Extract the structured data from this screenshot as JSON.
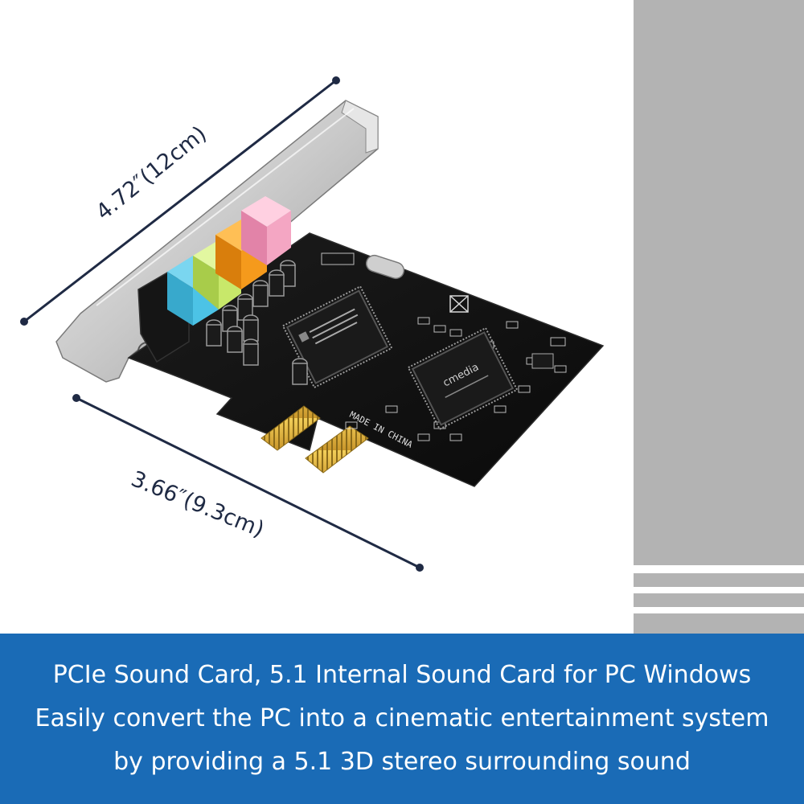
{
  "dimensions": {
    "width_label": "4.72″(12cm)",
    "length_label": "3.66″(9.3cm)"
  },
  "board": {
    "silkscreen_origin": "MADE IN CHINA",
    "chip_brand": "cmedia"
  },
  "caption": {
    "line1": "PCIe Sound Card, 5.1 Internal Sound Card for PC Windows",
    "line2": "Easily convert the PC into a cinematic entertainment system",
    "line3": "by providing a 5.1 3D stereo surrounding sound"
  },
  "colors": {
    "caption_band": "#1a6bb6",
    "side_panel": "#b3b3b3",
    "pcb": "#141414",
    "jack_pink": "#f4a6c3",
    "jack_orange": "#f59a1c",
    "jack_green": "#c8e86a",
    "jack_blue": "#4cc3e6",
    "gold_contacts": "#e0b23a",
    "dimension_line": "#1f2a44"
  }
}
